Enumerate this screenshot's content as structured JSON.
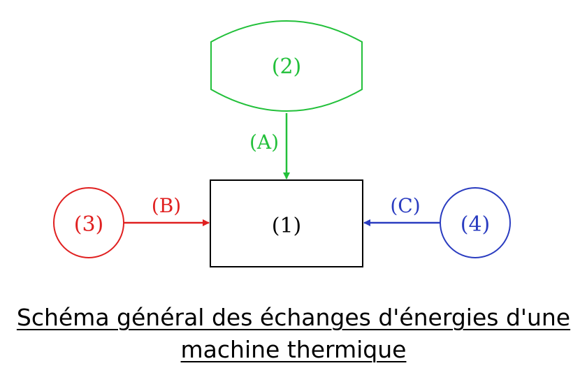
{
  "nodes": {
    "machine": {
      "label": "(1)",
      "color": "#000000"
    },
    "source_top": {
      "label": "(2)",
      "color": "#22c03a"
    },
    "source_left": {
      "label": "(3)",
      "color": "#e02020"
    },
    "source_right": {
      "label": "(4)",
      "color": "#2a3cc0"
    }
  },
  "flows": {
    "a": {
      "label": "(A)",
      "color": "#22c03a"
    },
    "b": {
      "label": "(B)",
      "color": "#e02020"
    },
    "c": {
      "label": "(C)",
      "color": "#2a3cc0"
    }
  },
  "caption": {
    "line1": "Schéma général des échanges d'énergies d'une",
    "line2": "machine thermique"
  }
}
